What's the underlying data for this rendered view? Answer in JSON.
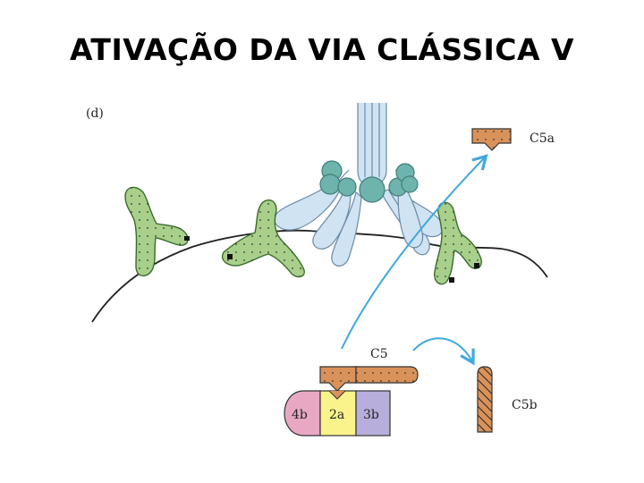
{
  "title": "ATIVAÇÃO DA VIA CLÁSSICA V",
  "panel_label": "(d)",
  "labels": {
    "c5a": "C5a",
    "c5": "C5",
    "c5b": "C5b",
    "c4b": "4b",
    "c2a": "2a",
    "c3b": "3b"
  },
  "colors": {
    "antibody": "#a8d08a",
    "c1q_head": "#6fb3ad",
    "c1q_stalk": "#cfe3f3",
    "c5a": "#d9925a",
    "c4b": "#e8a8c4",
    "c2a": "#faf28a",
    "c3b": "#b8aedb",
    "arrow": "#3fa9dd"
  }
}
